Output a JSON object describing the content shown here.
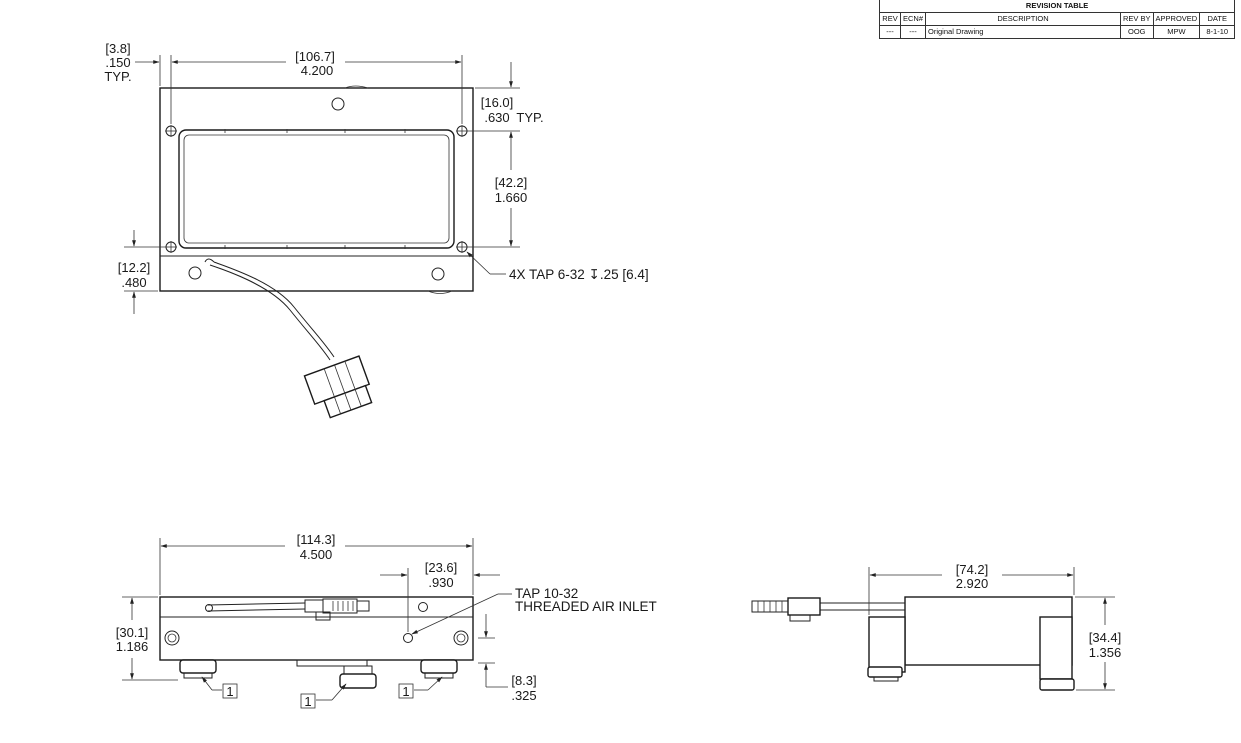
{
  "revision_table": {
    "title": "REVISION TABLE",
    "headers": [
      "REV",
      "ECN#",
      "DESCRIPTION",
      "REV BY",
      "APPROVED",
      "DATE"
    ],
    "rows": [
      [
        "---",
        "---",
        "Original Drawing",
        "OOG",
        "MPW",
        "8-1-10"
      ]
    ]
  },
  "top_view": {
    "dim_hole_offset_mm": "[3.8]",
    "dim_hole_offset_in": ".150",
    "dim_hole_offset_note": "TYP.",
    "dim_hole_span_mm": "[106.7]",
    "dim_hole_span_in": "4.200",
    "dim_hole_y_mm": "[16.0]",
    "dim_hole_y_in": ".630",
    "dim_hole_y_note": "TYP.",
    "dim_hole_pitch_mm": "[42.2]",
    "dim_hole_pitch_in": "1.660",
    "dim_bottom_mm": "[12.2]",
    "dim_bottom_in": ".480",
    "tap_callout": "4X TAP 6-32 ↧.25 [6.4]"
  },
  "front_view": {
    "dim_length_mm": "[114.3]",
    "dim_length_in": "4.500",
    "dim_inlet_mm": "[23.6]",
    "dim_inlet_in": ".930",
    "inlet_note_line1": "TAP 10-32",
    "inlet_note_line2": "THREADED AIR INLET",
    "dim_height_mm": "[30.1]",
    "dim_height_in": "1.186",
    "dim_inlet_height_mm": "[8.3]",
    "dim_inlet_height_in": ".325",
    "balloon_label": "1"
  },
  "side_view": {
    "dim_width_mm": "[74.2]",
    "dim_width_in": "2.920",
    "dim_height_mm": "[34.4]",
    "dim_height_in": "1.356"
  }
}
